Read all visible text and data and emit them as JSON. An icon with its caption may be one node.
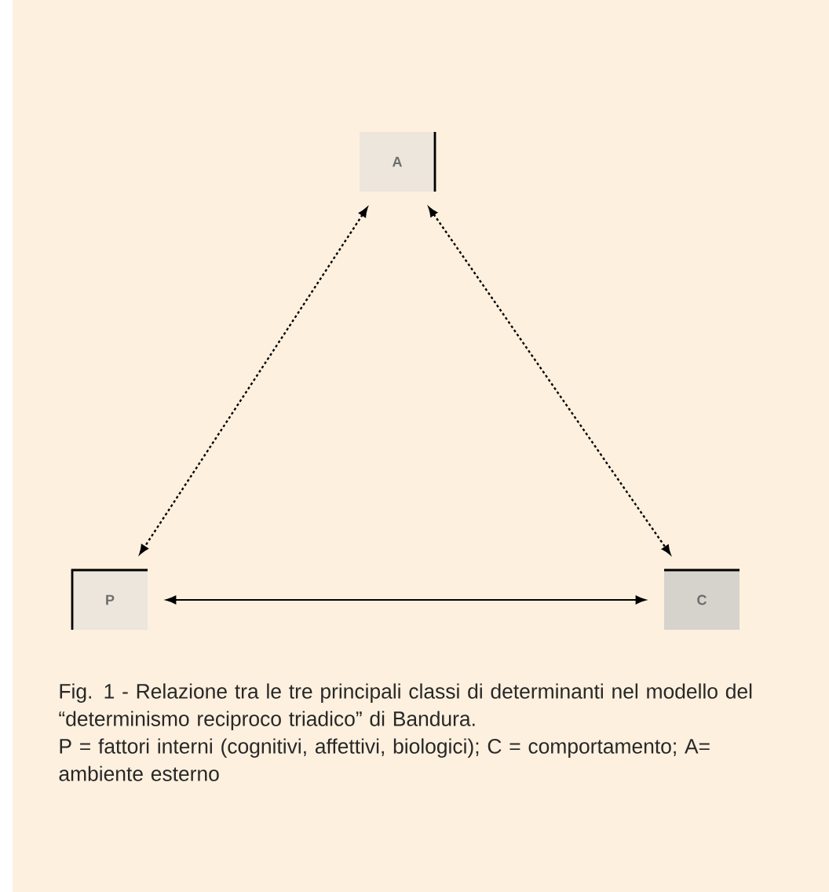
{
  "diagram": {
    "caption": "Fig. 1 - Relazione tra le tre principali classi di determinanti nel modello del “determinismo reciproco triadico” di Bandura.",
    "nodes": [
      {
        "text": [
          "A"
        ]
      },
      {
        "text": [
          "P"
        ]
      },
      {
        "text": [
          "C"
        ]
      }
    ],
    "edges": [
      {
        "from": 0,
        "to": 1,
        "arrow": "both",
        "style": "dashed"
      },
      {
        "from": 0,
        "to": 2,
        "arrow": "both",
        "style": "dashed"
      },
      {
        "from": 1,
        "to": 2,
        "arrow": "both"
      }
    ],
    "labels": [
      "P = fattori interni (cognitivi, affettivi, biologici); C = comportamento; A= ambiente esterno"
    ]
  }
}
